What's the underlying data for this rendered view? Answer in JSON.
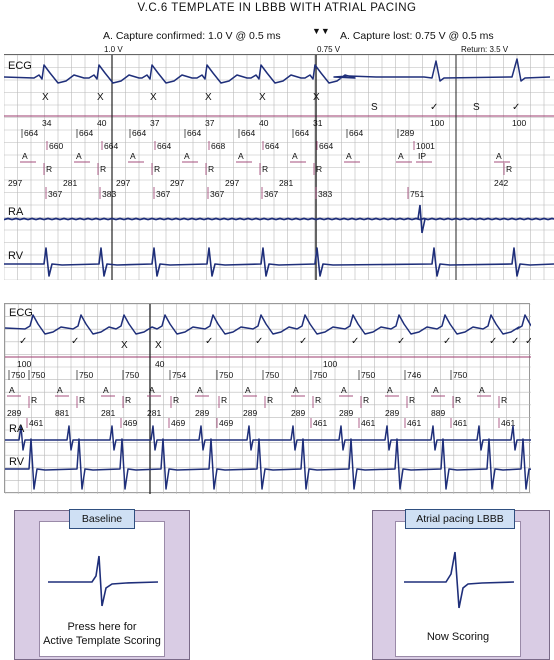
{
  "title": "V.C.6 TEMPLATE IN LBBB WITH ATRIAL PACING",
  "header": {
    "capture_confirmed": "A. Capture confirmed: 1.0 V @ 0.5 ms",
    "capture_lost": "A. Capture lost: 0.75 V @ 0.5 ms",
    "volt_1": "1.0 V",
    "volt_075": "0.75 V",
    "return_label": "Return: 3.5 V"
  },
  "strip1": {
    "ecg_label": "ECG",
    "ra_label": "RA",
    "rv_label": "RV",
    "marks": [
      "X",
      "X",
      "X",
      "X",
      "X",
      "X",
      "S",
      "✓",
      "S",
      "✓"
    ],
    "row1": [
      "34",
      "40",
      "37",
      "37",
      "40",
      "31",
      "100",
      "100"
    ],
    "row2": [
      "664",
      "664",
      "664",
      "664",
      "664",
      "664",
      "664",
      "289"
    ],
    "row3": [
      "660",
      "664",
      "664",
      "668",
      "664",
      "664",
      "1001"
    ],
    "row4": [
      "A",
      "A",
      "A",
      "A",
      "A",
      "A",
      "A",
      "A",
      "IP",
      "A"
    ],
    "row5": [
      "R",
      "R",
      "R",
      "R",
      "R",
      "R",
      "R"
    ],
    "row6": [
      "297",
      "281",
      "297",
      "297",
      "297",
      "281",
      "242"
    ],
    "row7": [
      "367",
      "383",
      "367",
      "367",
      "367",
      "383",
      "751"
    ]
  },
  "strip2": {
    "ecg_label": "ECG",
    "ra_label": "RA",
    "rv_label": "RV",
    "marks": [
      "✓",
      "✓",
      "X",
      "X",
      "✓",
      "✓",
      "✓",
      "✓",
      "✓",
      "✓",
      "✓",
      "✓",
      "✓"
    ],
    "row1": [
      "100",
      "40",
      "100"
    ],
    "row2": [
      "750",
      "750",
      "750",
      "750",
      "754",
      "750",
      "750",
      "750",
      "750",
      "746",
      "750"
    ],
    "row3": [
      "A",
      "A",
      "A",
      "A",
      "A",
      "A",
      "A",
      "A",
      "A",
      "A",
      "A"
    ],
    "row4": [
      "R",
      "R",
      "R",
      "R",
      "R",
      "R",
      "R",
      "R",
      "R",
      "R",
      "R"
    ],
    "row5": [
      "289",
      "881",
      "281",
      "281",
      "289",
      "289",
      "289",
      "289",
      "289",
      "889"
    ],
    "row6": [
      "461",
      "469",
      "469",
      "469",
      "461",
      "461",
      "461",
      "461",
      "461"
    ]
  },
  "baseline_panel": {
    "tag": "Baseline",
    "line1": "Press here for",
    "line2": "Active Template Scoring"
  },
  "pacing_panel": {
    "tag": "Atrial pacing LBBB",
    "status": "Now Scoring"
  },
  "colors": {
    "trace": "#1f2f7a",
    "grid": "#b9b9b9",
    "marker": "#9b3b6e",
    "panel_bg": "#d9cce4",
    "tag_bg": "#cfe0f4"
  }
}
